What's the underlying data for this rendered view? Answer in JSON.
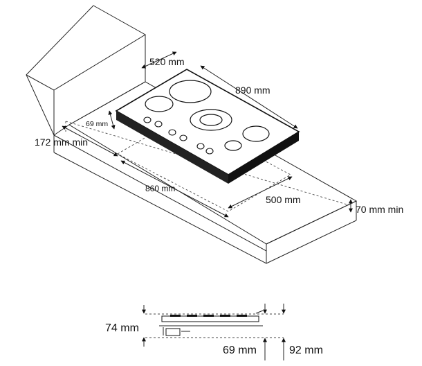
{
  "dimensions": {
    "cabinet_depth": "520 mm",
    "hob_width": "890 mm",
    "hob_depth_edge": "69 mm",
    "side_clearance": "172 mm min",
    "cutout_width": "860 mm",
    "cutout_depth": "500 mm",
    "front_clearance": "70 mm min",
    "side_total_height": "74 mm",
    "side_below_top": "69 mm",
    "side_right_height": "92 mm"
  },
  "colors": {
    "line": "#222222",
    "background": "#ffffff"
  }
}
